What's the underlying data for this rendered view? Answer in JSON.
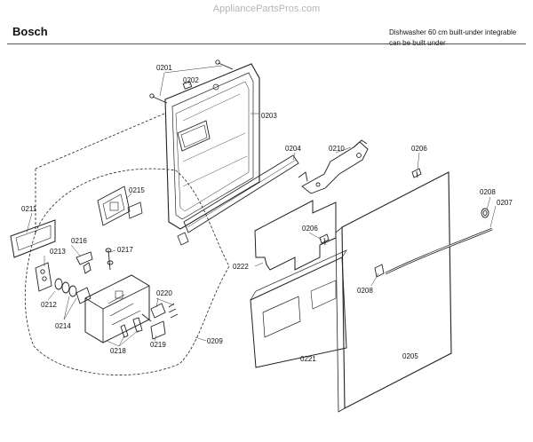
{
  "header": {
    "watermark": "AppliancePartsPros.com",
    "brand": "Bosch",
    "description_line1": "Dishwasher 60 cm built-under integrable",
    "description_line2": "can be built under"
  },
  "callouts": {
    "p0201": "0201",
    "p0202": "0202",
    "p0203": "0203",
    "p0204": "0204",
    "p0205": "0205",
    "p0206a": "0206",
    "p0206b": "0206",
    "p0207": "0207",
    "p0208a": "0208",
    "p0208b": "0208",
    "p0209": "0209",
    "p0210": "0210",
    "p0211": "0211",
    "p0212": "0212",
    "p0213": "0213",
    "p0214": "0214",
    "p0215": "0215",
    "p0216": "0216",
    "p0217": "0217",
    "p0218": "0218",
    "p0219": "0219",
    "p0220": "0220",
    "p0221": "0221",
    "p0222": "0222"
  }
}
